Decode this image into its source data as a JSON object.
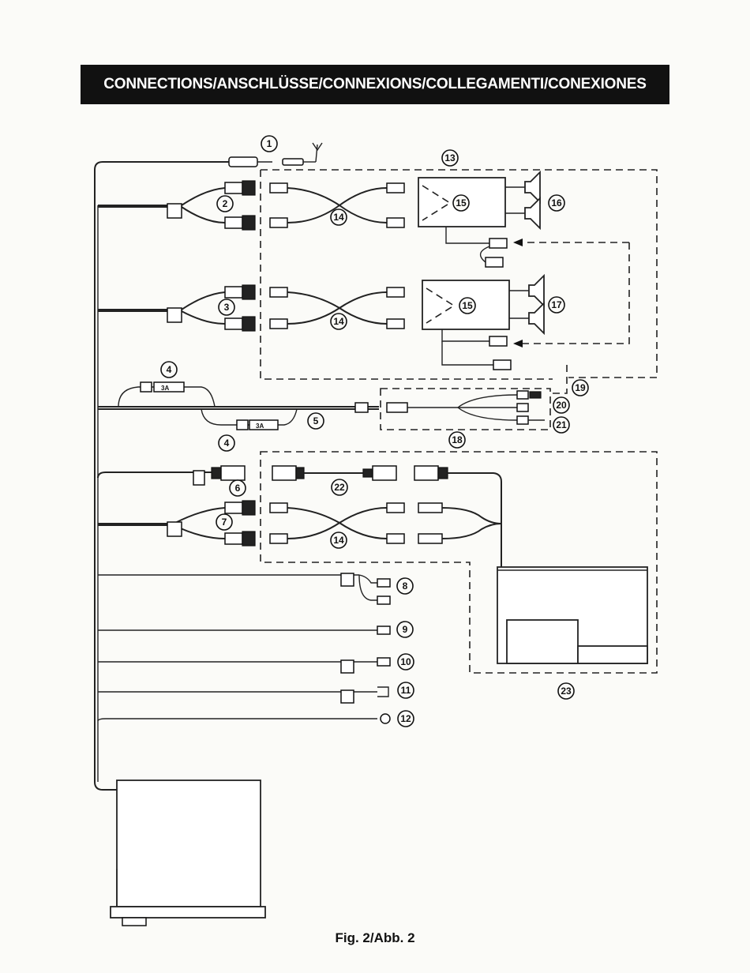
{
  "title": "CONNECTIONS/ANSCHLÜSSE/CONNEXIONS/COLLEGAMENTI/CONEXIONES",
  "caption": "Fig. 2/Abb. 2",
  "fuse_label": "3A",
  "callouts": [
    "1",
    "2",
    "3",
    "4",
    "5",
    "6",
    "7",
    "8",
    "9",
    "10",
    "11",
    "12",
    "13",
    "14",
    "15",
    "16",
    "17",
    "18",
    "19",
    "20",
    "21",
    "22",
    "23"
  ]
}
